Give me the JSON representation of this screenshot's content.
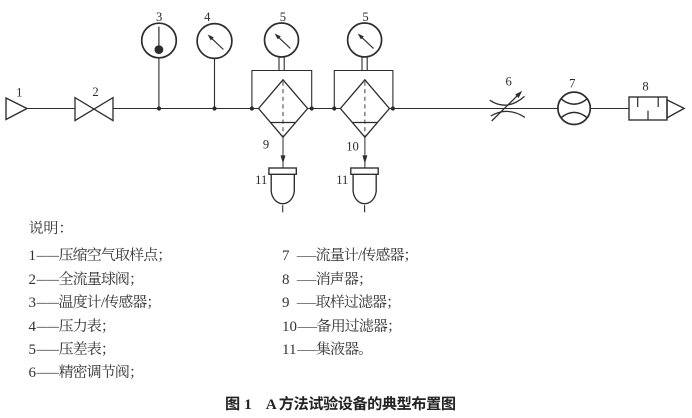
{
  "page": {
    "background": "#ffffff",
    "ink": "#2c2c2c",
    "text_color": "#333333"
  },
  "diagram": {
    "labels": [
      "1",
      "2",
      "3",
      "4",
      "5",
      "5",
      "6",
      "7",
      "8",
      "9",
      "10",
      "11",
      "11"
    ],
    "components": [
      {
        "num": "1",
        "icon": "flow-source-triangle-icon",
        "name": "压缩空气取样点"
      },
      {
        "num": "2",
        "icon": "ball-valve-icon",
        "name": "全流量球阀"
      },
      {
        "num": "3",
        "icon": "thermometer-gauge-icon",
        "name": "温度计/传感器"
      },
      {
        "num": "4",
        "icon": "pressure-gauge-icon",
        "name": "压力表"
      },
      {
        "num": "5",
        "icon": "differential-pressure-gauge-icon",
        "name": "压差表"
      },
      {
        "num": "6",
        "icon": "precision-regulating-valve-icon",
        "name": "精密调节阀"
      },
      {
        "num": "7",
        "icon": "flow-meter-icon",
        "name": "流量计/传感器"
      },
      {
        "num": "8",
        "icon": "muffler-icon",
        "name": "消声器"
      },
      {
        "num": "9",
        "icon": "filter-diamond-icon",
        "name": "取样过滤器"
      },
      {
        "num": "10",
        "icon": "filter-diamond-icon",
        "name": "备用过滤器"
      },
      {
        "num": "11",
        "icon": "collector-cup-icon",
        "name": "集液器"
      }
    ]
  },
  "legend": {
    "title": "说明：",
    "separator": "——",
    "left_items": [
      {
        "num": "1",
        "text": "压缩空气取样点；"
      },
      {
        "num": "2",
        "text": "全流量球阀；"
      },
      {
        "num": "3",
        "text": "温度计/传感器；"
      },
      {
        "num": "4",
        "text": "压力表；"
      },
      {
        "num": "5",
        "text": "压差表；"
      },
      {
        "num": "6",
        "text": "精密调节阀；"
      }
    ],
    "right_items": [
      {
        "num": "7",
        "text": "流量计/传感器；"
      },
      {
        "num": "8",
        "text": "消声器；"
      },
      {
        "num": "9",
        "text": "取样过滤器；"
      },
      {
        "num": "10",
        "text": "备用过滤器；"
      },
      {
        "num": "11",
        "text": "集液器。"
      }
    ]
  },
  "caption": {
    "figure_label": "图 1",
    "title": "A 方法试验设备的典型布置图"
  }
}
